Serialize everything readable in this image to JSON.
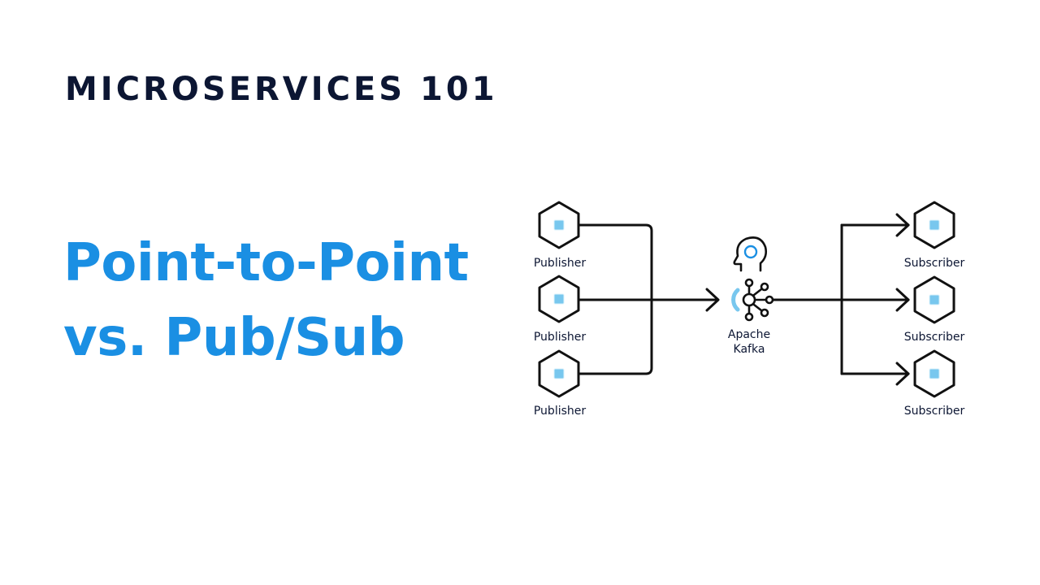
{
  "header": {
    "series_title": "MICROSERVICES 101"
  },
  "headline": {
    "line1": "Point-to-Point",
    "line2": "vs. Pub/Sub"
  },
  "diagram": {
    "publishers": [
      {
        "label": "Publisher"
      },
      {
        "label": "Publisher"
      },
      {
        "label": "Publisher"
      }
    ],
    "broker": {
      "label_line1": "Apache",
      "label_line2": "Kafka"
    },
    "subscribers": [
      {
        "label": "Subscriber"
      },
      {
        "label": "Subscriber"
      },
      {
        "label": "Subscriber"
      }
    ]
  },
  "colors": {
    "navy": "#0c1633",
    "accent_blue": "#1a8fe3",
    "node_fill": "#78c7ee",
    "node_fill_light": "#d9f0fb",
    "line": "#111111"
  }
}
